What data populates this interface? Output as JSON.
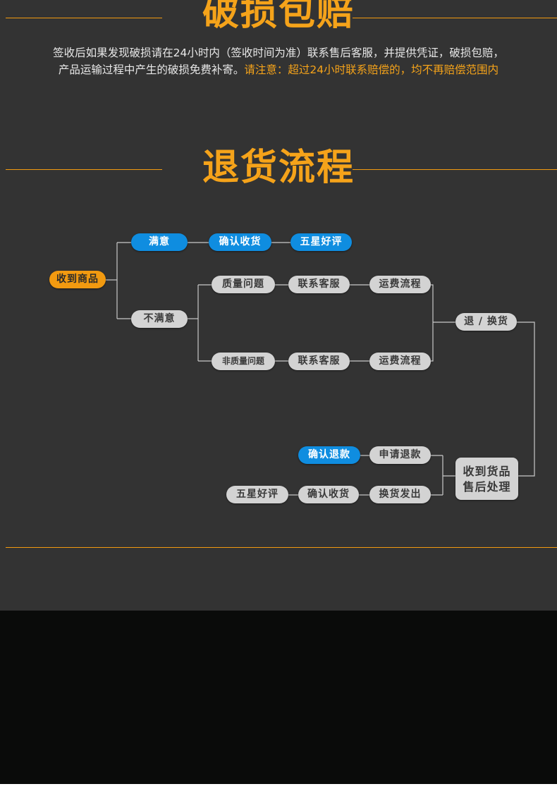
{
  "damage": {
    "title": "破损包赔",
    "note_line1": "签收后如果发现破损请在24小时内（签收时间为准）联系售后客服，并提供凭证，破损包赔，",
    "note_line2_normal": "产品运输过程中产生的破损免费补寄。",
    "note_line2_warn": "请注意：超过24小时联系赔偿的，均不再赔偿范围内"
  },
  "returns": {
    "title": "退货流程"
  },
  "flow": {
    "receive": "收到商品",
    "satisfied": "满意",
    "confirm_receipt": "确认收货",
    "five_star": "五星好评",
    "unsatisfied": "不满意",
    "quality_issue": "质量问题",
    "contact_cs_1": "联系客服",
    "shipping_1": "运费流程",
    "non_quality_issue": "非质量问题",
    "contact_cs_2": "联系客服",
    "shipping_2": "运费流程",
    "return_exchange": "退 / 换货",
    "after_sales_line1": "收到货品",
    "after_sales_line2": "售后处理",
    "apply_refund": "申请退款",
    "confirm_refund": "确认退款",
    "exchange_ship": "换货发出",
    "confirm_receipt_2": "确认收货",
    "five_star_2": "五星好评"
  },
  "colors": {
    "accent": "#f29a10",
    "blue": "#0f8de0",
    "pill_gray": "#d3d3d3",
    "panel": "#333333"
  }
}
